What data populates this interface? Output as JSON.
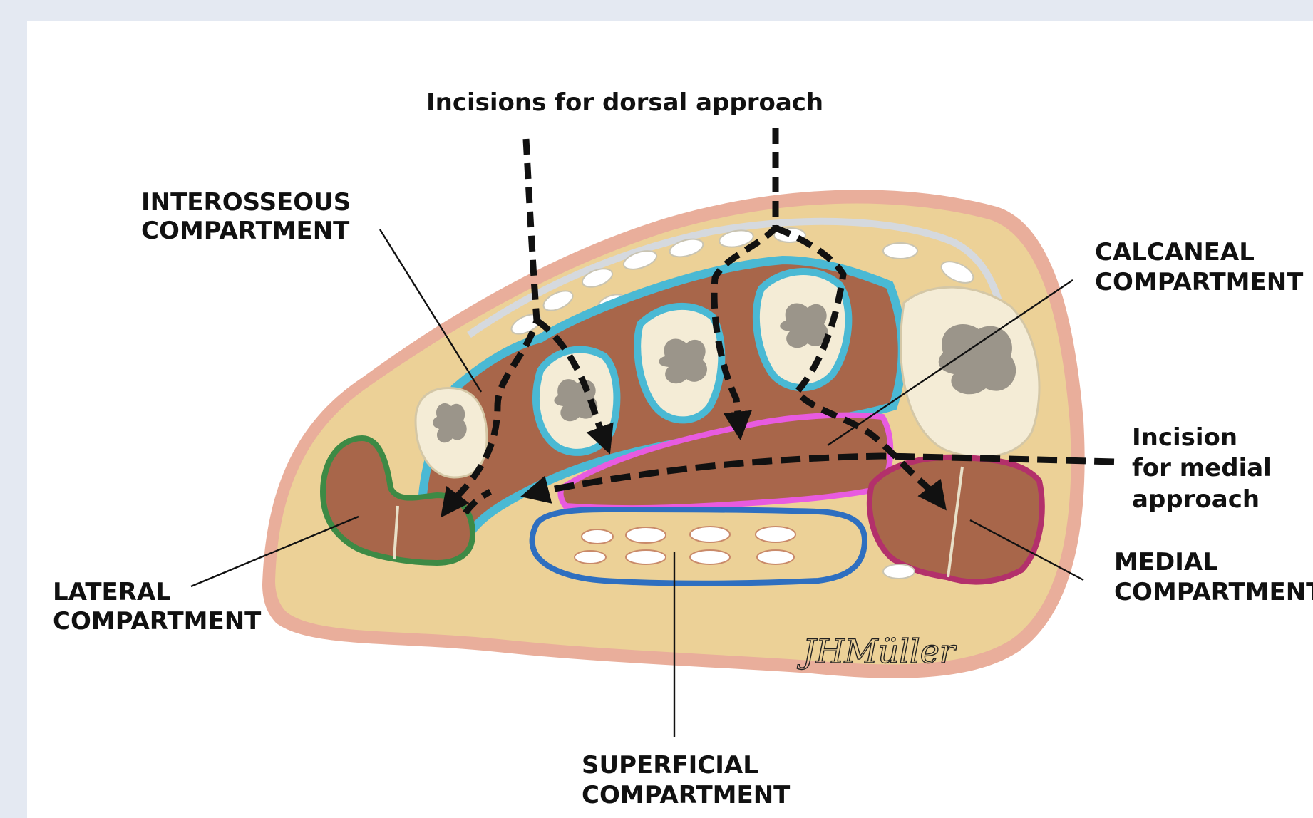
{
  "figure": {
    "labels": {
      "dorsal_approach": "Incisions for dorsal approach",
      "interosseous": [
        "INTEROSSEOUS",
        "COMPARTMENT"
      ],
      "calcaneal": [
        "CALCANEAL",
        "COMPARTMENT"
      ],
      "medial_incision": [
        "Incision",
        "for medial",
        "approach"
      ],
      "medial": [
        "MEDIAL",
        "COMPARTMENT"
      ],
      "lateral": [
        "LATERAL",
        "COMPARTMENT"
      ],
      "superficial": [
        "SUPERFICIAL",
        "COMPARTMENT"
      ]
    },
    "signature": "JHMüller"
  },
  "colors": {
    "background": "#e4e9f2",
    "skin": "#e9ae9b",
    "subcutaneous_fat": "#ecd197",
    "muscle": "#a8664a",
    "bone": "#f4ecd6",
    "marrow": "#9b958a",
    "interosseous_outline": "#4ab9d4",
    "calcaneal_outline": "#e85be0",
    "lateral_outline": "#3d8a45",
    "medial_outline": "#b3306b",
    "superficial_outline": "#2e6fc0",
    "incision_line": "#111111"
  }
}
